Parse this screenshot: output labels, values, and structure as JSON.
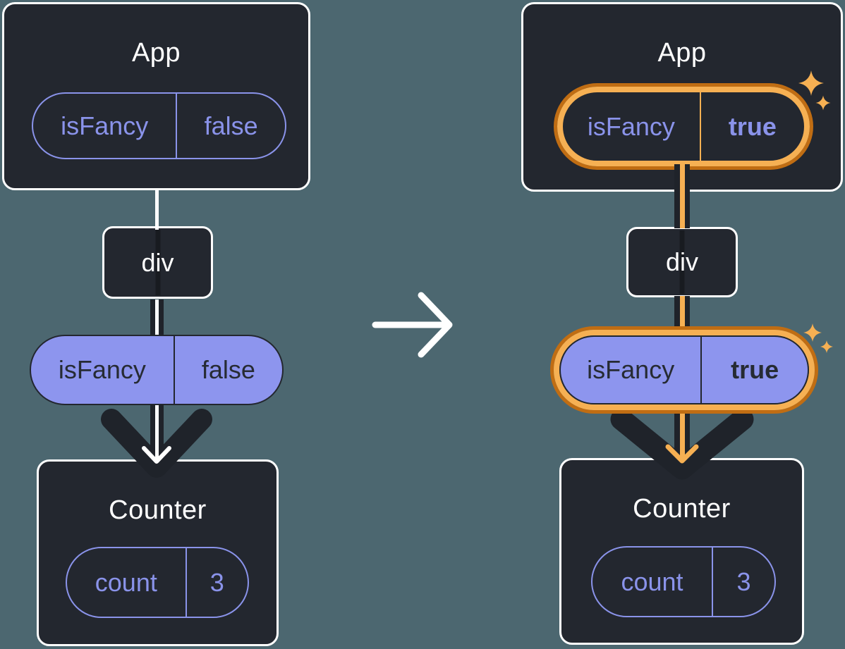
{
  "colors": {
    "background": "#4c6770",
    "card_background": "#23272f",
    "card_border": "#ffffff",
    "purple_outline": "#8a93ea",
    "purple_fill": "#8d95ee",
    "dark_text": "#262b33",
    "connector_dark": "#1f232a",
    "connector_white": "#ffffff",
    "highlight_orange": "#f6b053",
    "highlight_orange_dark": "#c06d13"
  },
  "icons": {
    "transition": "arrow-right-icon",
    "highlight": "sparkle-icon",
    "flow": "arrow-down-icon"
  },
  "before": {
    "app": {
      "title": "App",
      "state_key": "isFancy",
      "state_value": "false"
    },
    "div": {
      "label": "div"
    },
    "prop": {
      "key": "isFancy",
      "value": "false"
    },
    "counter": {
      "title": "Counter",
      "state_key": "count",
      "state_value": "3"
    }
  },
  "after": {
    "app": {
      "title": "App",
      "state_key": "isFancy",
      "state_value": "true"
    },
    "div": {
      "label": "div"
    },
    "prop": {
      "key": "isFancy",
      "value": "true"
    },
    "counter": {
      "title": "Counter",
      "state_key": "count",
      "state_value": "3"
    }
  }
}
